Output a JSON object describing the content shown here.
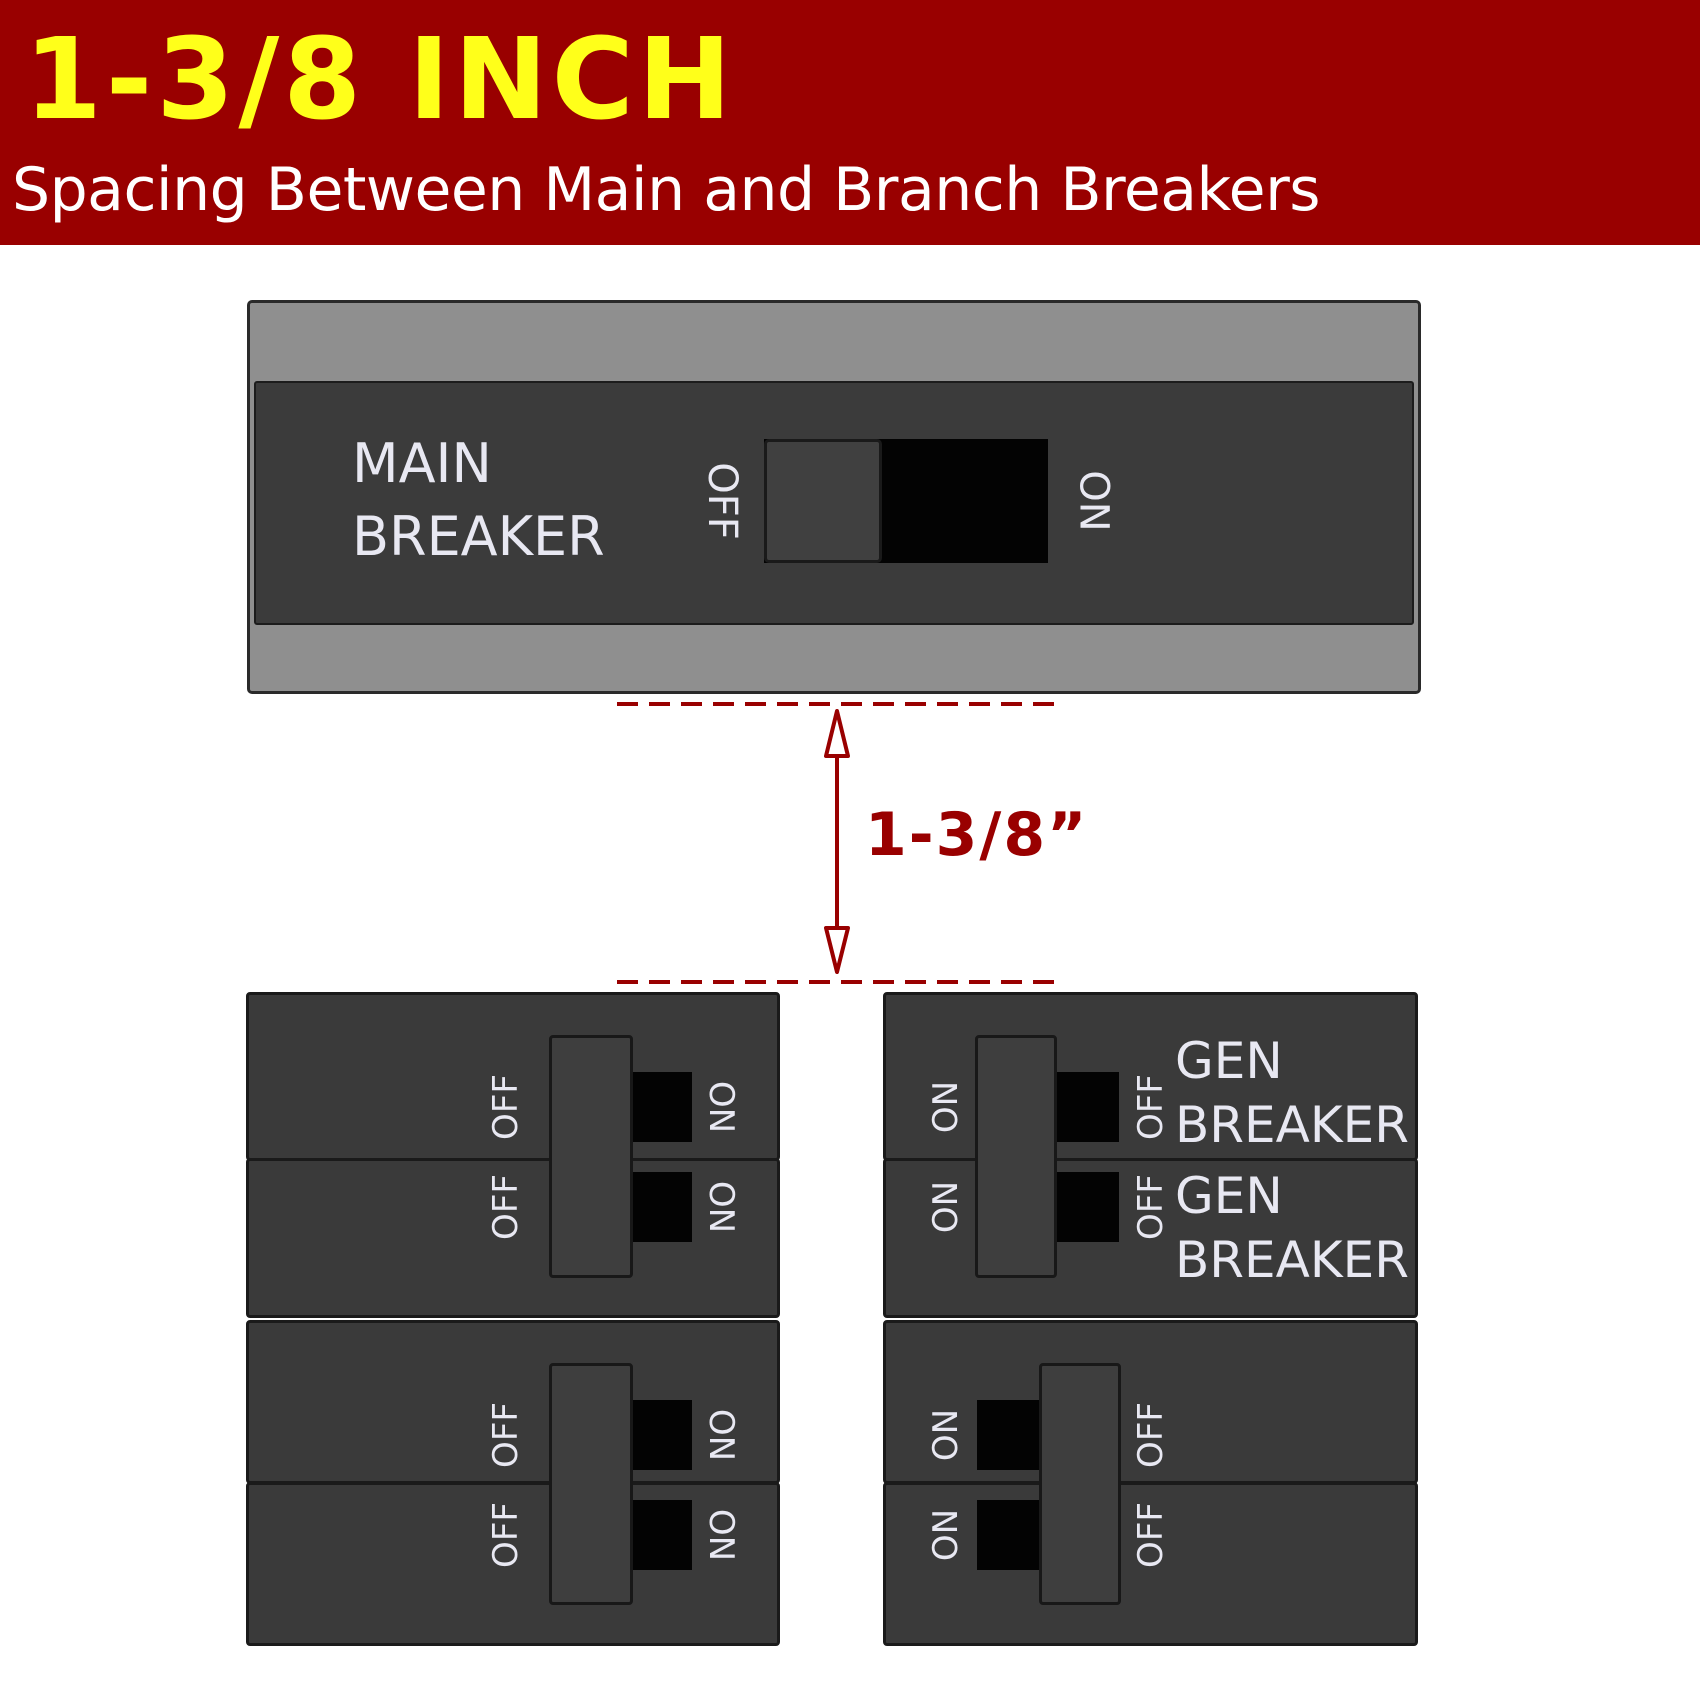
{
  "banner": {
    "title": "1-3/8 INCH",
    "subtitle": "Spacing Between Main and Branch Breakers",
    "background": "#990000",
    "title_color": "#ffff1a"
  },
  "main_breaker": {
    "label_line1": "MAIN",
    "label_line2": "BREAKER",
    "off_label": "OFF",
    "on_label": "ON"
  },
  "dimension": {
    "label": "1-3/8”",
    "color": "#990000"
  },
  "branch": {
    "off": "OFF",
    "on": "ON",
    "gen_line1": "GEN",
    "gen_line2": "BREAKER"
  }
}
